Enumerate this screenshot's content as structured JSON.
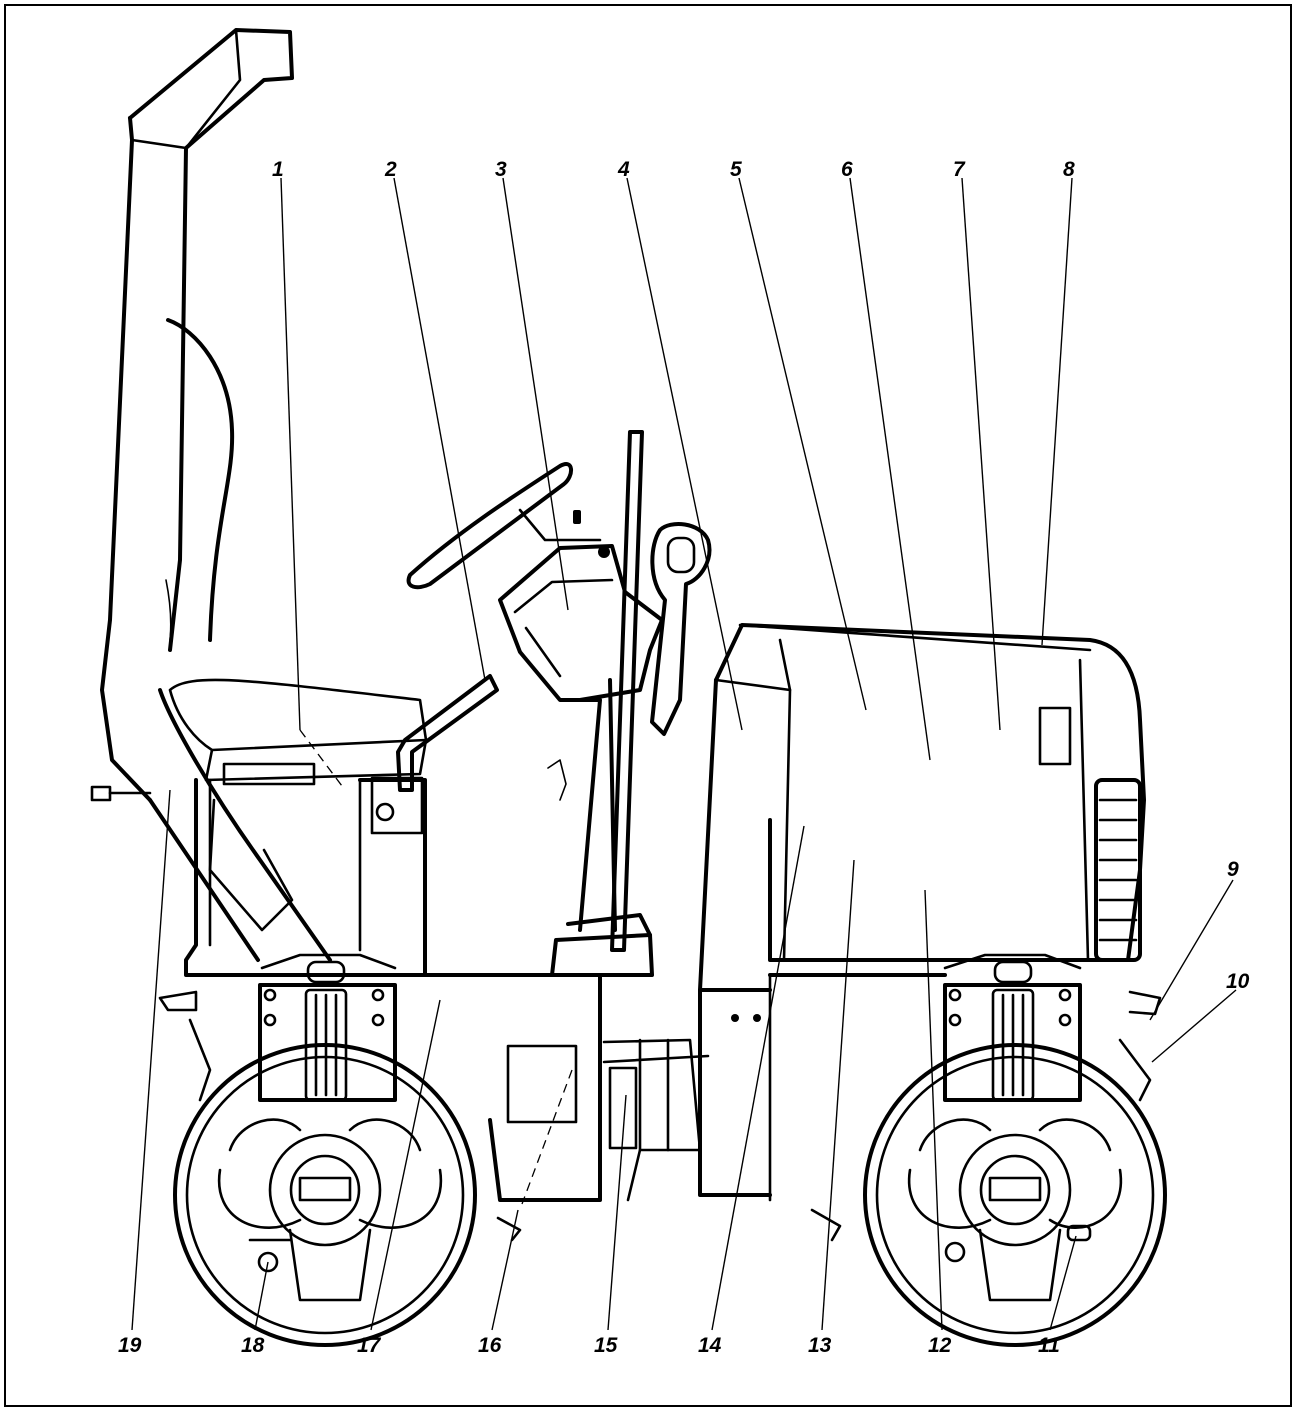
{
  "diagram": {
    "callouts": [
      {
        "id": "callout-1",
        "text": "1"
      },
      {
        "id": "callout-2",
        "text": "2"
      },
      {
        "id": "callout-3",
        "text": "3"
      },
      {
        "id": "callout-4",
        "text": "4"
      },
      {
        "id": "callout-5",
        "text": "5"
      },
      {
        "id": "callout-6",
        "text": "6"
      },
      {
        "id": "callout-7",
        "text": "7"
      },
      {
        "id": "callout-8",
        "text": "8"
      },
      {
        "id": "callout-9",
        "text": "9"
      },
      {
        "id": "callout-10",
        "text": "10"
      },
      {
        "id": "callout-11",
        "text": "11"
      },
      {
        "id": "callout-12",
        "text": "12"
      },
      {
        "id": "callout-13",
        "text": "13"
      },
      {
        "id": "callout-14",
        "text": "14"
      },
      {
        "id": "callout-15",
        "text": "15"
      },
      {
        "id": "callout-16",
        "text": "16"
      },
      {
        "id": "callout-17",
        "text": "17"
      },
      {
        "id": "callout-18",
        "text": "18"
      },
      {
        "id": "callout-19",
        "text": "19"
      }
    ],
    "line_color": "#000000",
    "background_color": "#ffffff"
  }
}
